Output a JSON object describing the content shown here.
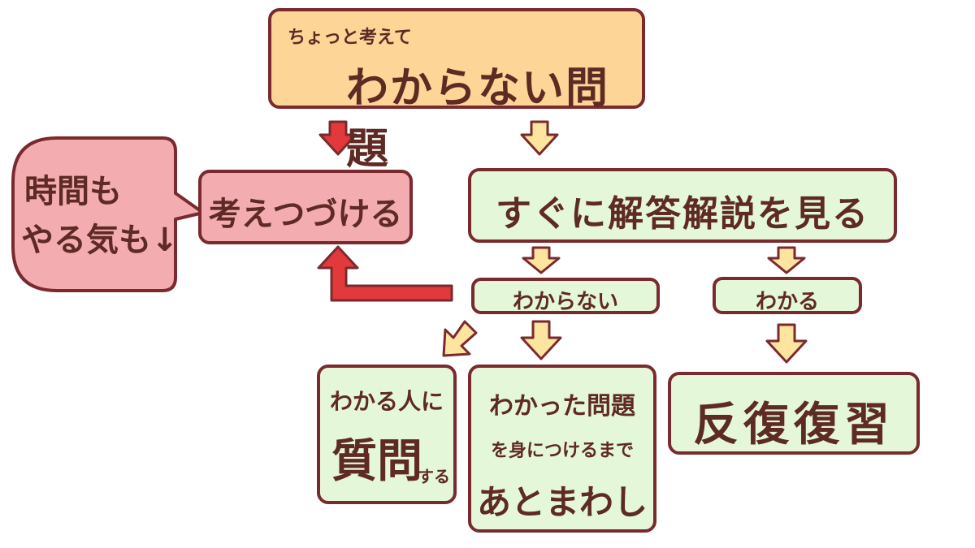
{
  "top_box": {
    "sub": "ちょっと考えて",
    "main": "わからない問題"
  },
  "keep_thinking": "考えつづける",
  "bubble": {
    "line1": "時間も",
    "line2": "やる気も↓"
  },
  "see_answer": "すぐに解答解説を見る",
  "dont_understand": "わからない",
  "understand": "わかる",
  "ask_box": {
    "line1": "わかる人に",
    "line2": "質問",
    "line3": "する"
  },
  "repeat_box": {
    "line1": "わかった問題",
    "line2": "を身につけるまで",
    "line3": "あとまわし"
  },
  "review_box": "反復復習",
  "colors": {
    "border": "#7a2a2e",
    "orange": "#fdd596",
    "green": "#e4f7d8",
    "pink": "#f3adb0",
    "red_arrow": "#e2393a",
    "yellow_arrow": "#fde49f",
    "text": "#5e2a24"
  }
}
